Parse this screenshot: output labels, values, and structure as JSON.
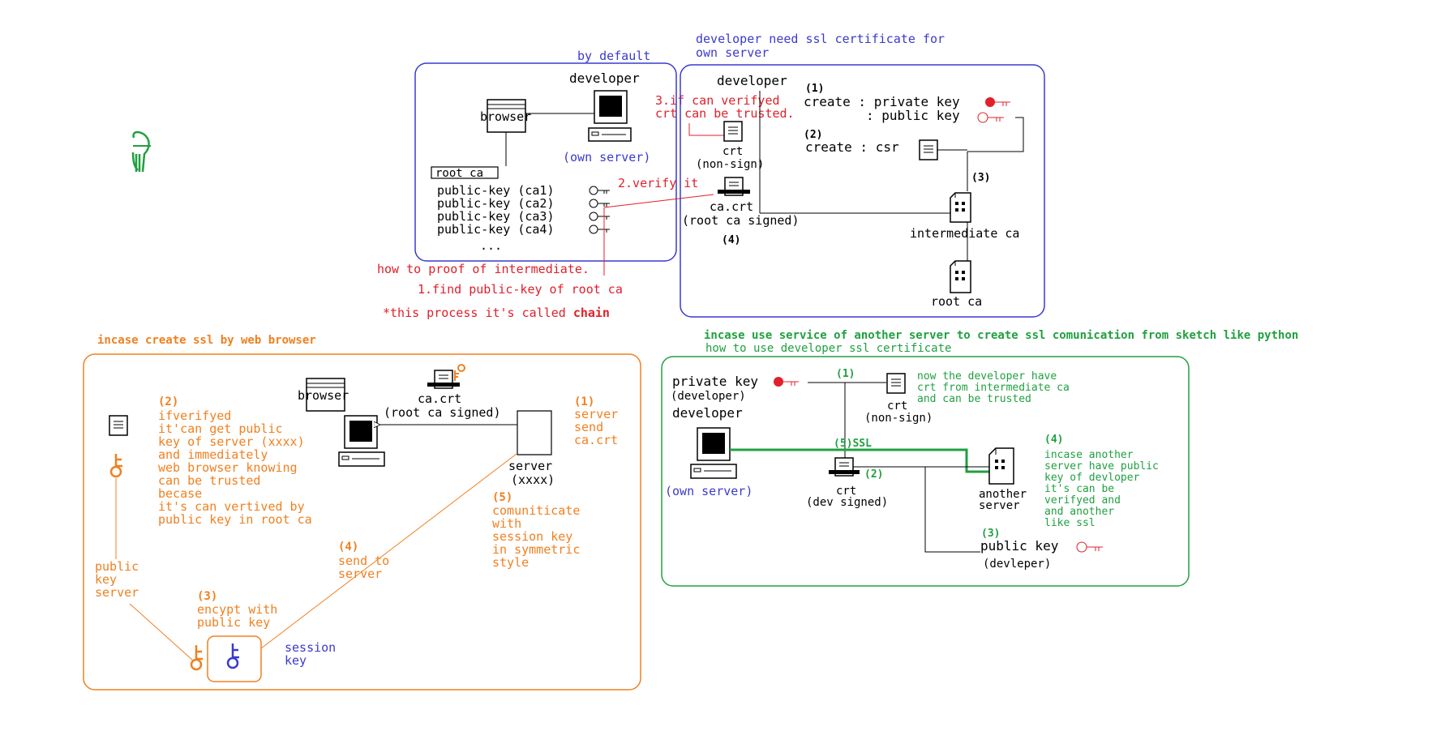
{
  "colors": {
    "blue": "#3a3ad0",
    "red": "#e0202a",
    "green": "#20a040",
    "orange": "#f08020",
    "black": "#000000"
  },
  "blue_panel": {
    "heading": "by default",
    "developer": "developer",
    "browser": "browser",
    "own_server": "(own server)",
    "root_ca": "root ca",
    "keys": [
      "public-key (ca1)",
      "public-key (ca2)",
      "public-key (ca3)",
      "public-key (ca4)"
    ],
    "ellipsis": "..."
  },
  "red_notes": {
    "step3_line1": "3.if can verifyed",
    "step3_line2": "crt can be trusted.",
    "step2": "2.verify it",
    "proof": "how to proof of intermediate.",
    "step1": "1.find public-key of root ca",
    "chain_prefix": "*this process it's called ",
    "chain_word": "chain"
  },
  "ssl_panel": {
    "heading_line1": "developer need ssl  certificate for",
    "heading_line2": "own server",
    "developer": "developer",
    "step1": "(1)",
    "create_private": "create : private key",
    "public_key": ": public key",
    "step2": "(2)",
    "create_csr": "create : csr",
    "crt": "crt",
    "non_sign": "(non-sign)",
    "ca_crt": "ca.crt",
    "root_signed": "(root ca signed)",
    "step4": "(4)",
    "step3": "(3)",
    "intermediate": "intermediate ca",
    "root_ca": "root ca"
  },
  "orange_panel": {
    "heading": "incase create ssl by web browser",
    "browser": "browser",
    "ca_crt": "ca.crt",
    "root_signed": "(root ca signed)",
    "step1": "(1)",
    "step1_lines": [
      "server",
      "send",
      "ca.crt"
    ],
    "step2": "(2)",
    "step2_lines": [
      "ifverifyed",
      "it'can get public",
      "key of server (xxxx)",
      "and immediately",
      "web browser knowing",
      "can be trusted",
      "becase",
      "it's can vertived by",
      "public key in root ca"
    ],
    "server": "server",
    "server_id": "(xxxx)",
    "step5": "(5)",
    "step5_lines": [
      "comuniticate",
      "with",
      "session key",
      "in symmetric",
      "style"
    ],
    "step4": "(4)",
    "step4_lines": [
      "send to",
      "server"
    ],
    "public_key_server": [
      "public",
      "key",
      "server"
    ],
    "step3": "(3)",
    "step3_lines": [
      "encypt with",
      "public key"
    ],
    "session_key": [
      "session",
      "key"
    ]
  },
  "green_panel": {
    "heading_bold": "incase use service of another server to create ssl comunication from sketch like python",
    "heading_sub": "how to use developer ssl certificate",
    "private_key": "private key",
    "developer_paren": "(developer)",
    "developer": "developer",
    "own_server": "(own server)",
    "step1": "(1)",
    "crt": "crt",
    "non_sign": "(non-sign)",
    "note_lines": [
      "now the developer have",
      "crt from intermediate ca",
      "and can be trusted"
    ],
    "step5_ssl": "(5)SSL",
    "step2": "(2)",
    "crt2": "crt",
    "dev_signed": "(dev signed)",
    "another_server": [
      "another",
      "server"
    ],
    "step4": "(4)",
    "step4_lines": [
      "incase another",
      "server have public",
      "key of devloper",
      "it's can be",
      "verifyed and",
      "and another",
      "like ssl"
    ],
    "step3": "(3)",
    "public_key": "public key",
    "devleper": "(devleper)"
  }
}
